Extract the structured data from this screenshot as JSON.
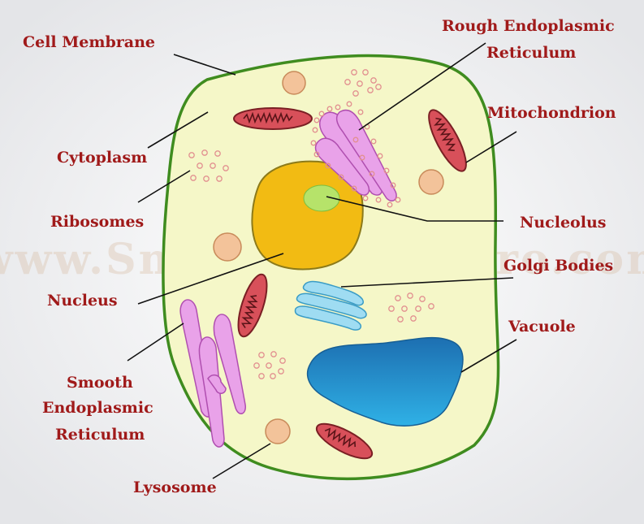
{
  "labels": {
    "cell_membrane": "Cell Membrane",
    "rer_line1": "Rough Endoplasmic",
    "rer_line2": "Reticulum",
    "mitochondrion": "Mitochondrion",
    "cytoplasm": "Cytoplasm",
    "ribosomes": "Ribosomes",
    "nucleolus": "Nucleolus",
    "golgi": "Golgi Bodies",
    "nucleus": "Nucleus",
    "vacuole": "Vacuole",
    "ser_line1": "Smooth",
    "ser_line2": "Endoplasmic",
    "ser_line3": "Reticulum",
    "lysosome": "Lysosome"
  },
  "watermark": "www.SmartSciencePro.com",
  "colors": {
    "label_text": "#a01a1a",
    "cytoplasm_fill": "#f5f7c8",
    "membrane_stroke": "#3f8c1f",
    "nucleus_fill": "#f2bb13",
    "nucleolus_fill": "#b6e36a",
    "mito_fill": "#d8505a",
    "er_fill": "#e9a2e9",
    "golgi_fill": "#9fdcf2",
    "vacuole_fill": "#1a8fd0",
    "lysosome_fill": "#f3c39a",
    "ribosome_stroke": "#e29090"
  }
}
